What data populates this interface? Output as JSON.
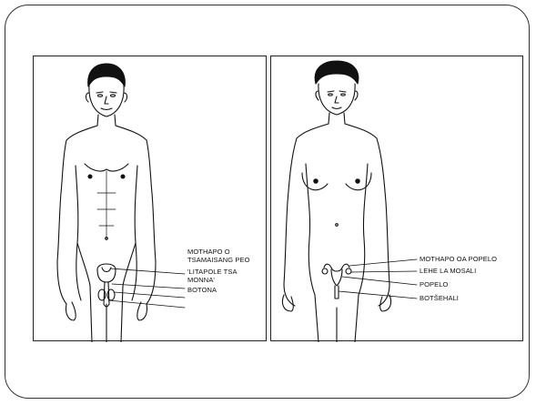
{
  "figures": {
    "male": {
      "labels": {
        "vas_deferens_l1": "MOTHAPO O",
        "vas_deferens_l2": "TSAMAISANG PEO",
        "testicles_l1": "'LITAPOLE TSA",
        "testicles_l2": "MONNA'",
        "penis": "BOTONA"
      }
    },
    "female": {
      "labels": {
        "fallopian_tube": "MOTHAPO OA POPELO",
        "ovary": "LEHE LA MOSALI",
        "uterus": "POPELO",
        "vagina": "BOTŠEHALI"
      }
    }
  },
  "colors": {
    "ink": "#111111",
    "background": "#ffffff"
  }
}
